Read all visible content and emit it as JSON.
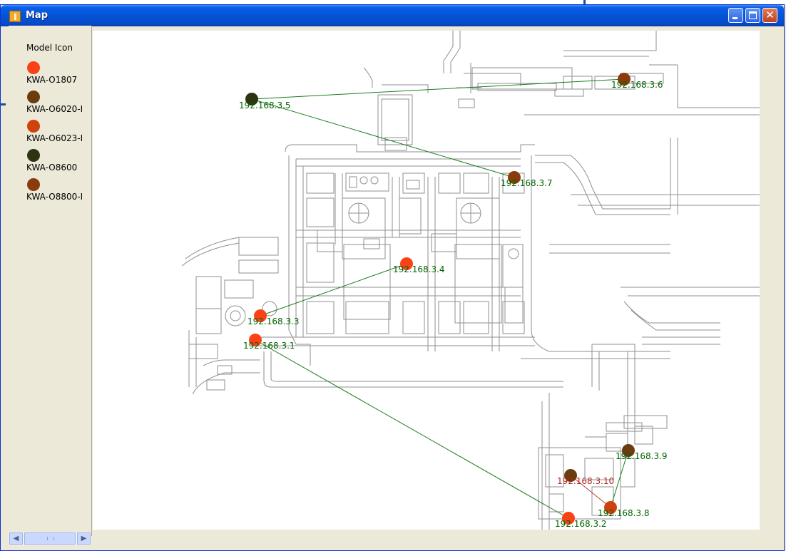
{
  "window": {
    "title": "Map"
  },
  "legend": {
    "title": "Model Icon",
    "items": [
      {
        "label": "KWA-O1807",
        "color": "#f94215"
      },
      {
        "label": "KWA-O6020-I",
        "color": "#6b3c10"
      },
      {
        "label": "KWA-O6023-I",
        "color": "#d0420d"
      },
      {
        "label": "KWA-O8600",
        "color": "#2f3410"
      },
      {
        "label": "KWA-O8800-I",
        "color": "#8a3b0c"
      }
    ]
  },
  "devices": [
    {
      "ip": "192.168.3.1",
      "color": "#f94215",
      "label_color": "#006400"
    },
    {
      "ip": "192.168.3.2",
      "color": "#f94215",
      "label_color": "#006400"
    },
    {
      "ip": "192.168.3.3",
      "color": "#f94215",
      "label_color": "#006400"
    },
    {
      "ip": "192.168.3.4",
      "color": "#f94215",
      "label_color": "#006400"
    },
    {
      "ip": "192.168.3.5",
      "color": "#2f3410",
      "label_color": "#006400"
    },
    {
      "ip": "192.168.3.6",
      "color": "#8a3b0c",
      "label_color": "#006400"
    },
    {
      "ip": "192.168.3.7",
      "color": "#8a3b0c",
      "label_color": "#006400"
    },
    {
      "ip": "192.168.3.8",
      "color": "#d0420d",
      "label_color": "#006400"
    },
    {
      "ip": "192.168.3.9",
      "color": "#6b3c10",
      "label_color": "#006400"
    },
    {
      "ip": "192.168.3.10",
      "color": "#6b3c10",
      "label_color": "#b22222"
    }
  ],
  "links": [
    {
      "from": "192.168.3.5",
      "to": "192.168.3.6",
      "color": "#1e7d1e"
    },
    {
      "from": "192.168.3.5",
      "to": "192.168.3.7",
      "color": "#1e7d1e"
    },
    {
      "from": "192.168.3.3",
      "to": "192.168.3.4",
      "color": "#1e7d1e"
    },
    {
      "from": "192.168.3.1",
      "to": "192.168.3.2",
      "color": "#1e7d1e"
    },
    {
      "from": "192.168.3.9",
      "to": "192.168.3.8",
      "color": "#1e7d1e"
    },
    {
      "from": "192.168.3.10",
      "to": "192.168.3.8",
      "color": "#c0392b"
    }
  ]
}
